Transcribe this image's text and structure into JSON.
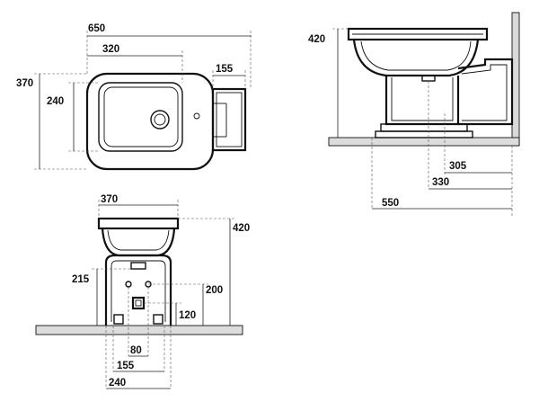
{
  "views": {
    "top": {
      "dims": {
        "width": "650",
        "basin": "320",
        "trap": "155",
        "depth": "370",
        "inner_depth": "240"
      }
    },
    "side": {
      "dims": {
        "height": "420",
        "wall_305": "305",
        "wall_330": "330",
        "wall_550": "550"
      }
    },
    "front": {
      "dims": {
        "top_width": "370",
        "height": "420",
        "inlet_215": "215",
        "inlet_200": "200",
        "outlet_120": "120",
        "fix_80": "80",
        "fix_155": "155",
        "fix_240": "240"
      }
    }
  },
  "colors": {
    "line": "#111111",
    "floor": "#dcdcdc",
    "wall": "#d9d9d9"
  }
}
